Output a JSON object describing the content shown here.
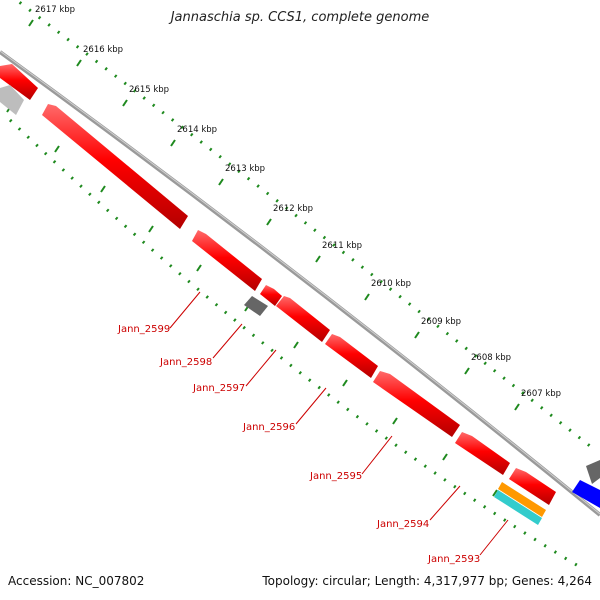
{
  "title": "Jannaschia sp. CCS1, complete genome",
  "accession": "Accession: NC_007802",
  "topology": "Topology: circular; Length: 4,317,977 bp; Genes: 4,264",
  "tick_labels": [
    "2617 kbp",
    "2616 kbp",
    "2615 kbp",
    "2614 kbp",
    "2613 kbp",
    "2612 kbp",
    "2611 kbp",
    "2610 kbp",
    "2609 kbp",
    "2608 kbp",
    "2607 kbp"
  ],
  "gene_labels": [
    "Jann_2599",
    "Jann_2598",
    "Jann_2597",
    "Jann_2596",
    "Jann_2595",
    "Jann_2594",
    "Jann_2593"
  ],
  "colors": {
    "cds": "#ff0000",
    "cds_dark": "#b30000",
    "backbone": "#8a8a8a",
    "ticks": "#1f8a1f",
    "label": "#cc0000",
    "grey_feature": "#666666",
    "blue_feature": "#0000ff",
    "orange_feature": "#ff9900",
    "cyan_feature": "#33cccc"
  }
}
